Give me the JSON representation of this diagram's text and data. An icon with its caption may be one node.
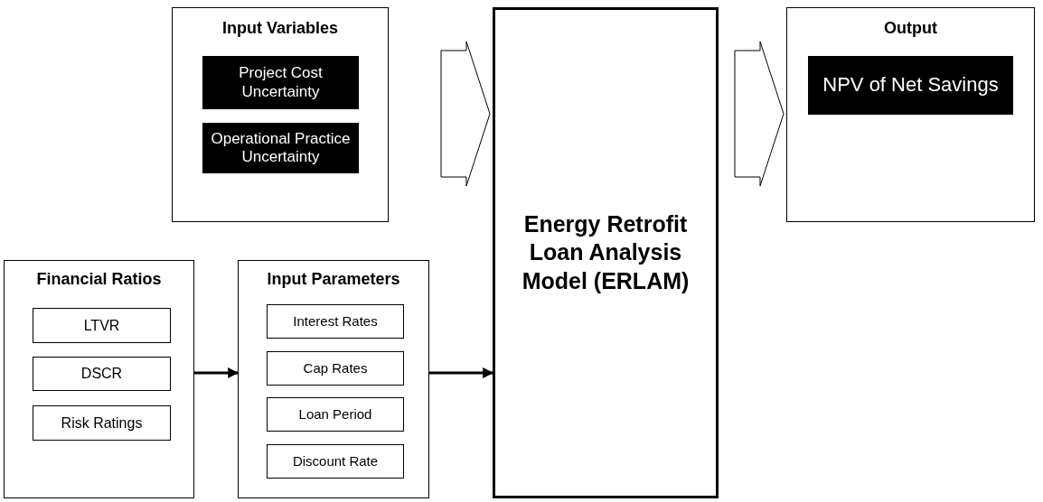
{
  "diagram": {
    "nodes": [
      {
        "text": [
          "Input Variables"
        ]
      },
      {
        "text": [
          "Project Cost Uncertainty"
        ],
        "in": 0
      },
      {
        "text": [
          "Operational Practice Uncertainty"
        ],
        "in": 0
      },
      {
        "text": [
          "Energy Retrofit Loan Analysis Model (ERLAM)"
        ]
      },
      {
        "text": [
          "Output"
        ]
      },
      {
        "text": [
          "NPV of Net Savings"
        ],
        "in": 4
      },
      {
        "text": [
          "Financial Ratios"
        ]
      },
      {
        "text": [
          "LTVR"
        ],
        "in": 6
      },
      {
        "text": [
          "DSCR"
        ],
        "in": 6
      },
      {
        "text": [
          "Risk Ratings"
        ],
        "in": 6
      },
      {
        "text": [
          "Input Parameters"
        ]
      },
      {
        "text": [
          "Interest Rates"
        ],
        "in": 10
      },
      {
        "text": [
          "Cap Rates"
        ],
        "in": 10
      },
      {
        "text": [
          "Loan Period"
        ],
        "in": 10
      },
      {
        "text": [
          "Discount Rate"
        ],
        "in": 10
      }
    ],
    "edges": [
      {
        "from": 0,
        "to": 3,
        "arrow": "to",
        "style": "thick"
      },
      {
        "from": 3,
        "to": 4,
        "arrow": "to",
        "style": "thick"
      },
      {
        "from": 6,
        "to": 10,
        "arrow": "to"
      },
      {
        "from": 10,
        "to": 3,
        "arrow": "to"
      }
    ]
  }
}
